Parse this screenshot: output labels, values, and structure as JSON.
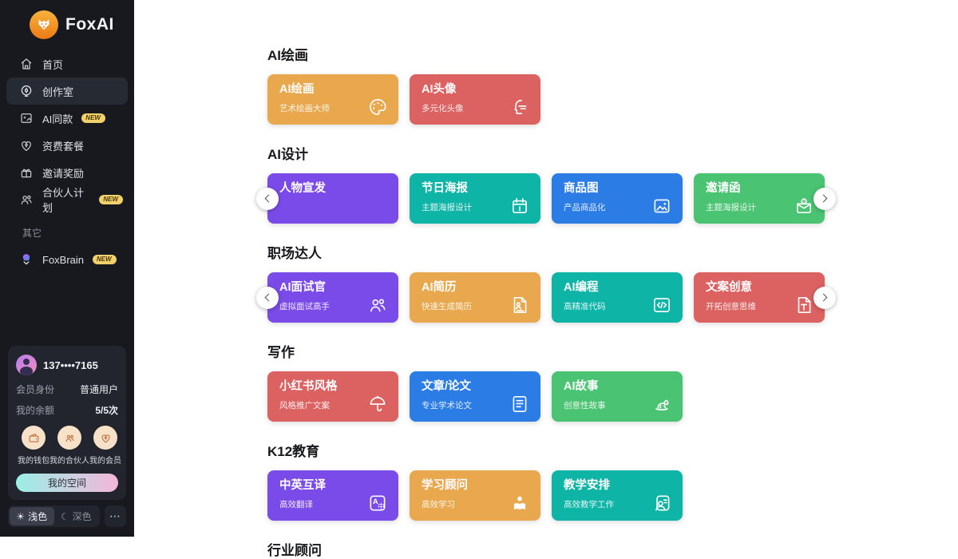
{
  "app": {
    "name": "FoxAI",
    "brand_color": "#F08A1D"
  },
  "sidebar": {
    "items": [
      {
        "label": "首页"
      },
      {
        "label": "创作室",
        "selected": true
      },
      {
        "label": "AI同款",
        "badge": "NEW"
      },
      {
        "label": "资费套餐"
      },
      {
        "label": "邀请奖励"
      },
      {
        "label": "合伙人计划",
        "badge": "NEW"
      }
    ],
    "section_label": "其它",
    "other_items": [
      {
        "label": "FoxBrain",
        "badge": "NEW"
      }
    ]
  },
  "profile": {
    "phone": "137••••7165",
    "membership_label": "会员身份",
    "membership_value": "普通用户",
    "balance_label": "我的余额",
    "balance_value": "5/5次",
    "shortcuts": [
      {
        "label": "我的钱包"
      },
      {
        "label": "我的合伙人"
      },
      {
        "label": "我的会员"
      }
    ],
    "space_button": "我的空间"
  },
  "theme": {
    "light": "浅色",
    "light_icon": "☀",
    "dark": "深色",
    "dark_icon": "☾",
    "more": "⋯"
  },
  "icons": {
    "translate_a": "A",
    "translate_zh": "中"
  },
  "sections": [
    {
      "title": "AI绘画",
      "cards": [
        {
          "title": "AI绘画",
          "subtitle": "艺术绘画大师",
          "color": "#E9A84E"
        },
        {
          "title": "AI头像",
          "subtitle": "多元化头像",
          "color": "#DC6262"
        }
      ]
    },
    {
      "title": "AI设计",
      "cards": [
        {
          "title": "人物宣发",
          "subtitle": "",
          "color": "#7B4BE9"
        },
        {
          "title": "节日海报",
          "subtitle": "主题海报设计",
          "color": "#0EB4A6"
        },
        {
          "title": "商品图",
          "subtitle": "产品商品化",
          "color": "#2B7CE5"
        },
        {
          "title": "邀请函",
          "subtitle": "主题海报设计",
          "color": "#4AC472"
        }
      ]
    },
    {
      "title": "职场达人",
      "cards": [
        {
          "title": "AI面试官",
          "subtitle": "虚拟面试高手",
          "color": "#7B4BE9"
        },
        {
          "title": "AI简历",
          "subtitle": "快速生成简历",
          "color": "#E9A84E"
        },
        {
          "title": "AI编程",
          "subtitle": "高精准代码",
          "color": "#0EB4A6"
        },
        {
          "title": "文案创意",
          "subtitle": "开拓创意思维",
          "color": "#DC6262"
        }
      ]
    },
    {
      "title": "写作",
      "cards": [
        {
          "title": "小红书风格",
          "subtitle": "风格推广文案",
          "color": "#DC6262"
        },
        {
          "title": "文章/论文",
          "subtitle": "专业学术论文",
          "color": "#2B7CE5"
        },
        {
          "title": "AI故事",
          "subtitle": "创意性故事",
          "color": "#4AC472"
        }
      ]
    },
    {
      "title": "K12教育",
      "cards": [
        {
          "title": "中英互译",
          "subtitle": "高效翻译",
          "color": "#7B4BE9"
        },
        {
          "title": "学习顾问",
          "subtitle": "高效学习",
          "color": "#E9A84E"
        },
        {
          "title": "教学安排",
          "subtitle": "高效教学工作",
          "color": "#0EB4A6"
        }
      ]
    },
    {
      "title": "行业顾问",
      "cards": []
    }
  ]
}
